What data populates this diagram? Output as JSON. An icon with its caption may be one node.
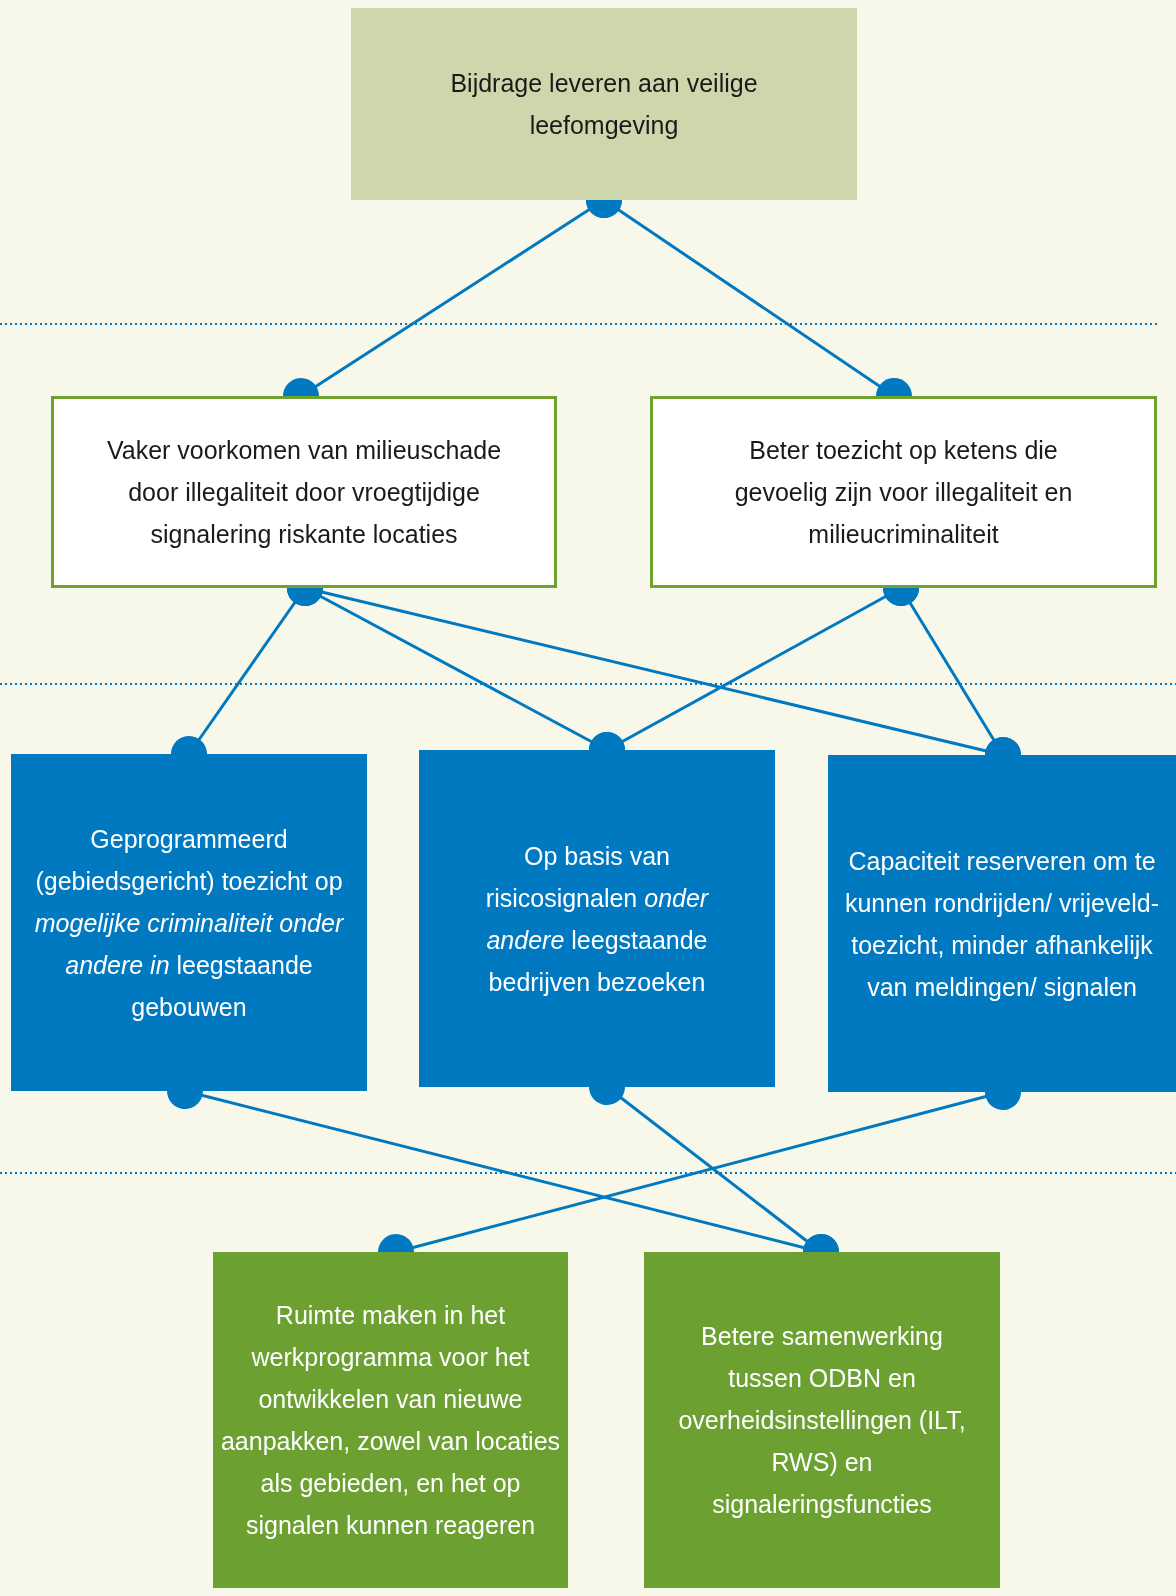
{
  "diagram": {
    "nodes": [
      {
        "text": [
          "Bijdrage leveren aan veilige leefomgeving"
        ]
      },
      {
        "text": [
          "Vaker voorkomen van milieuschade door illegaliteit door vroegtijdige signalering riskante locaties"
        ]
      },
      {
        "text": [
          "Beter toezicht op ketens die gevoelig zijn voor illegaliteit en milieucriminaliteit"
        ]
      },
      {
        "text": [
          "Geprogrammeerd (gebiedsgericht) toezicht op *mogelijke criminaliteit onder andere in* leegstaande gebouwen"
        ]
      },
      {
        "text": [
          "Op basis van risicosignalen *onder andere* leegstaande bedrijven bezoeken"
        ]
      },
      {
        "text": [
          "Capaciteit reserveren om te kunnen rondrijden/ vrijeveld- toezicht, minder afhankelijk van meldingen/ signalen"
        ]
      },
      {
        "text": [
          "Ruimte maken in het werkprogramma voor het ontwikkelen van nieuwe aanpakken, zowel van locaties als gebieden, en het op signalen kunnen reageren"
        ]
      },
      {
        "text": [
          "Betere samenwerking tussen ODBN en overheidsinstellingen (ILT, RWS) en signaleringsfuncties"
        ]
      }
    ],
    "edges": [
      {
        "from": 0,
        "to": 1,
        "arrow": "other"
      },
      {
        "from": 0,
        "to": 2,
        "arrow": "other"
      },
      {
        "from": 1,
        "to": 3,
        "arrow": "other"
      },
      {
        "from": 1,
        "to": 4,
        "arrow": "other"
      },
      {
        "from": 1,
        "to": 5,
        "arrow": "other"
      },
      {
        "from": 2,
        "to": 4,
        "arrow": "other"
      },
      {
        "from": 2,
        "to": 5,
        "arrow": "other"
      },
      {
        "from": 3,
        "to": 7,
        "arrow": "other"
      },
      {
        "from": 4,
        "to": 7,
        "arrow": "other"
      },
      {
        "from": 5,
        "to": 6,
        "arrow": "other"
      }
    ]
  }
}
